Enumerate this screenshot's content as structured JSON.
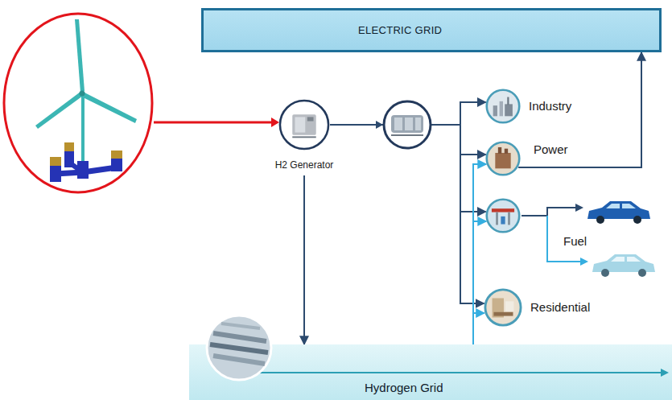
{
  "diagram": {
    "nodes": [
      {
        "text": [
          "ELECTRIC GRID"
        ]
      },
      {
        "text": [
          "H2 Generator"
        ]
      },
      {
        "text": [
          "Industry"
        ]
      },
      {
        "text": [
          "Power"
        ]
      },
      {
        "text": [
          "Fuel"
        ]
      },
      {
        "text": [
          "Residential"
        ]
      },
      {
        "text": [
          "Hydrogen Grid"
        ]
      }
    ],
    "edges": [
      {
        "from": 1,
        "to": 2,
        "arrow": "to"
      },
      {
        "from": 1,
        "to": 3,
        "arrow": "to"
      },
      {
        "from": 1,
        "to": 4,
        "arrow": "to"
      },
      {
        "from": 1,
        "to": 5,
        "arrow": "to"
      },
      {
        "from": 3,
        "to": 0,
        "arrow": "to"
      },
      {
        "from": 1,
        "to": 6,
        "arrow": "to"
      },
      {
        "from": 6,
        "to": 3,
        "arrow": "to"
      },
      {
        "from": 6,
        "to": 4,
        "arrow": "to"
      },
      {
        "from": 6,
        "to": 5,
        "arrow": "to"
      }
    ]
  }
}
